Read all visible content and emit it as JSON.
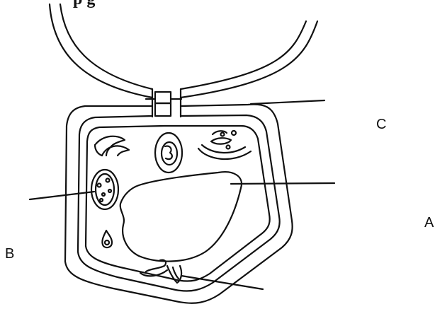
{
  "header_fragment": "p       g",
  "labels": {
    "a": "A",
    "b": "B",
    "c": "C"
  }
}
